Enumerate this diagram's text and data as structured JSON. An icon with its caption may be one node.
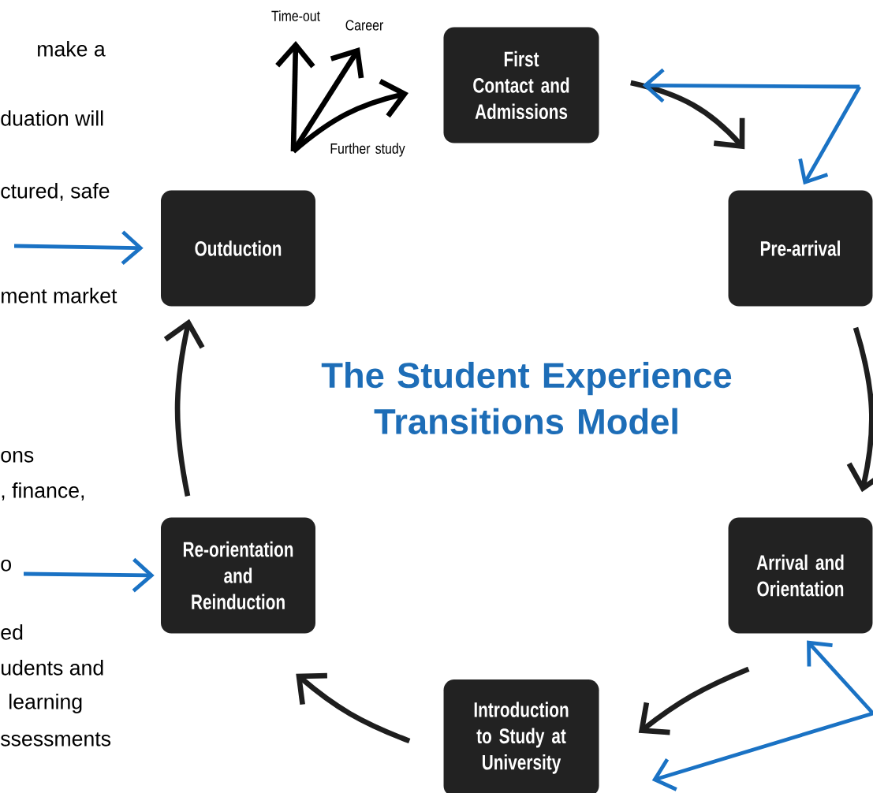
{
  "diagram": {
    "title": "The Student Experience Transitions Model",
    "nodes": [
      {
        "text": [
          "First Contact and Admissions"
        ]
      },
      {
        "text": [
          "Pre-arrival"
        ]
      },
      {
        "text": [
          "Outduction"
        ]
      },
      {
        "text": [
          "Re-orientation and Reinduction"
        ]
      },
      {
        "text": [
          "Arrival and Orientation"
        ]
      },
      {
        "text": [
          "Introduction to Study at University"
        ]
      }
    ],
    "edges": [
      {
        "from": 0,
        "to": 1,
        "arrow": "to",
        "color": "#1e1e1e"
      },
      {
        "from": 1,
        "to": 4,
        "arrow": "to",
        "color": "#1e1e1e"
      },
      {
        "from": 4,
        "to": 5,
        "arrow": "to",
        "color": "#1e1e1e"
      },
      {
        "from": 5,
        "to": 3,
        "arrow": "to",
        "color": "#1e1e1e"
      },
      {
        "from": 3,
        "to": 2,
        "arrow": "to",
        "color": "#1e1e1e"
      },
      {
        "from": null,
        "to": 0,
        "arrow": "to",
        "color": "#1a72c4"
      },
      {
        "from": null,
        "to": 1,
        "arrow": "to",
        "color": "#1a72c4"
      },
      {
        "from": null,
        "to": 2,
        "arrow": "to",
        "color": "#1a72c4"
      },
      {
        "from": null,
        "to": 3,
        "arrow": "to",
        "color": "#1a72c4"
      },
      {
        "from": null,
        "to": 4,
        "arrow": "to",
        "color": "#1a72c4"
      },
      {
        "from": null,
        "to": 5,
        "arrow": "to",
        "color": "#1a72c4"
      }
    ],
    "labels": [
      "Time-out",
      "Career",
      "make a",
      "duation will",
      "Further study",
      "ctured, safe",
      "ment market",
      "ons",
      ", finance,",
      "o",
      "ed",
      "udents and",
      "learning",
      "ssessments"
    ]
  }
}
